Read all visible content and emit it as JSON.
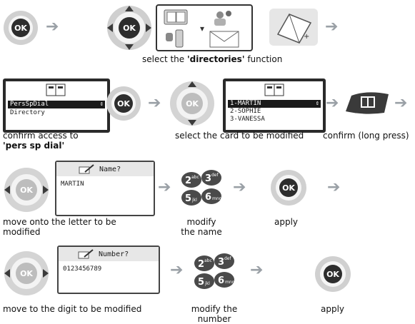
{
  "ok_label": "OK",
  "step1": {
    "caption_pre": "select the ",
    "caption_bold": "'directories'",
    "caption_post": " function"
  },
  "step2": {
    "menu": [
      "PersSpDial",
      "Directory"
    ],
    "cards": [
      "1-MARTIN",
      "2-SOPHIE",
      "3-VANESSA"
    ],
    "caption_confirm_line1": "confirm access to",
    "caption_confirm_line2": "'pers sp dial'",
    "caption_select": "select the card to be modified",
    "caption_long": "confirm (long press)"
  },
  "step3": {
    "screen_title": "Name?",
    "screen_value": "MARTIN",
    "caption_move_line1": "move onto the letter to be",
    "caption_move_line2": "modified",
    "caption_modify_line1": "modify",
    "caption_modify_line2": "the name",
    "caption_apply": "apply"
  },
  "step4": {
    "screen_title": "Number?",
    "screen_value": "0123456789",
    "caption_move": "move to the digit to be modified",
    "caption_modify_line1": "modify the",
    "caption_modify_line2": "number",
    "caption_apply": "apply"
  },
  "keypad": [
    {
      "digit": "2",
      "letters": "abc"
    },
    {
      "digit": "3",
      "letters": "def"
    },
    {
      "digit": "5",
      "letters": "jkl"
    },
    {
      "digit": "6",
      "letters": "mno"
    }
  ],
  "colors": {
    "ok_dark": "#2d2d2d",
    "ring_grey": "#c7c7c7",
    "arrow_grey": "#9aa0a6",
    "keypad_dark": "#4a4a4a"
  }
}
